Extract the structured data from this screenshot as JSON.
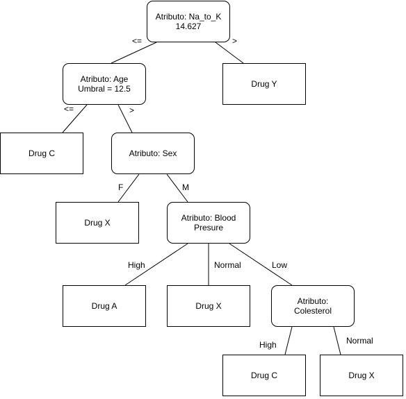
{
  "diagram": {
    "nodes": {
      "root": {
        "line1": "Atributo: Na_to_K",
        "line2": "14.627"
      },
      "age": {
        "line1": "Atributo: Age",
        "line2": "Umbral = 12.5"
      },
      "drug_y": {
        "label": "Drug Y"
      },
      "drug_c_1": {
        "label": "Drug C"
      },
      "sex": {
        "label": "Atributo: Sex"
      },
      "drug_x_1": {
        "label": "Drug X"
      },
      "bp": {
        "line1": "Atributo: Blood",
        "line2": "Presure"
      },
      "drug_a": {
        "label": "Drug A"
      },
      "drug_x_2": {
        "label": "Drug X"
      },
      "chol": {
        "line1": "Atributo:",
        "line2": "Colesterol"
      },
      "drug_c_2": {
        "label": "Drug C"
      },
      "drug_x_3": {
        "label": "Drug X"
      }
    },
    "edges": {
      "root_age": "<=",
      "root_drugy": ">",
      "age_drugc": "<=",
      "age_sex": ">",
      "sex_drugx": "F",
      "sex_bp": "M",
      "bp_druga": "High",
      "bp_drugx": "Normal",
      "bp_chol": "Low",
      "chol_drugc": "High",
      "chol_drugx": "Normal"
    }
  }
}
